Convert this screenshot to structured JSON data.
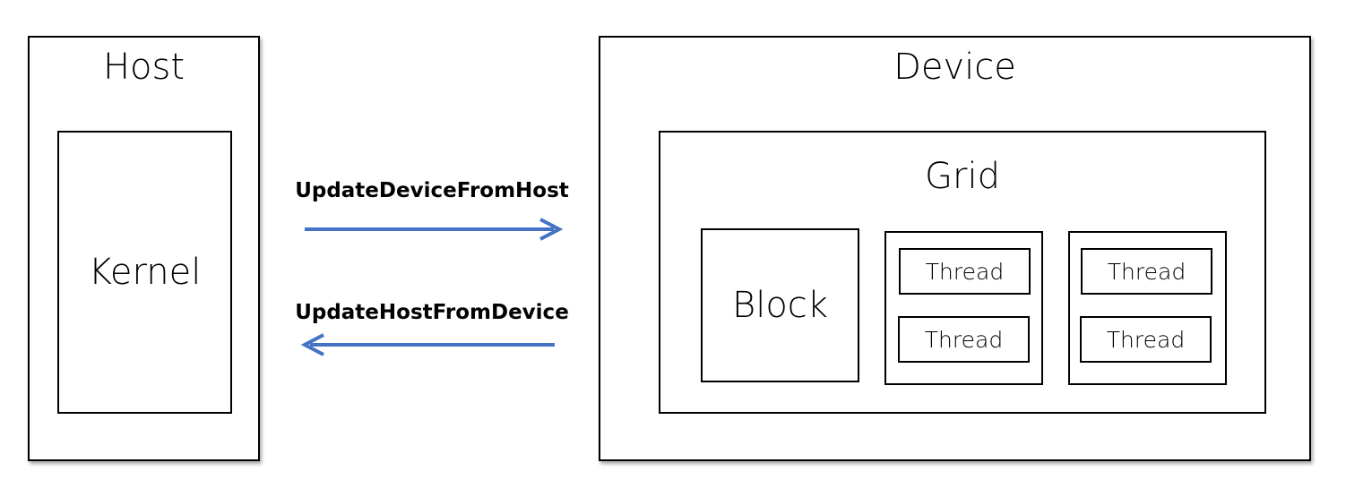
{
  "host": {
    "title": "Host",
    "kernel_label": "Kernel"
  },
  "device": {
    "title": "Device",
    "grid": {
      "title": "Grid",
      "block_label": "Block",
      "thread_groups": [
        {
          "threads": [
            "Thread",
            "Thread"
          ]
        },
        {
          "threads": [
            "Thread",
            "Thread"
          ]
        }
      ]
    }
  },
  "arrows": {
    "to_device_label": "UpdateDeviceFromHost",
    "to_host_label": "UpdateHostFromDevice",
    "color": "#4472C4"
  }
}
